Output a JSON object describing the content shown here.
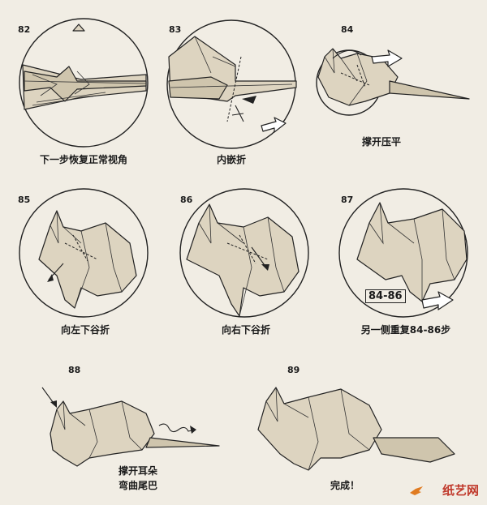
{
  "steps": [
    {
      "number": "82",
      "caption": "下一步恢复正常视角"
    },
    {
      "number": "83",
      "caption": "内嵌折"
    },
    {
      "number": "84",
      "caption": "撑开压平"
    },
    {
      "number": "85",
      "caption": "向左下谷折"
    },
    {
      "number": "86",
      "caption": "向右下谷折"
    },
    {
      "number": "87",
      "caption": "另一侧重复84-86步",
      "ref_box": "84-86"
    },
    {
      "number": "88",
      "caption_line1": "撑开耳朵",
      "caption_line2": "弯曲尾巴"
    },
    {
      "number": "89",
      "caption": "完成！"
    }
  ],
  "watermark": {
    "text": "纸艺网",
    "color": "#c0392b"
  },
  "colors": {
    "paper": "#ddd4c0",
    "background": "#f1ede4",
    "line": "#222222"
  }
}
